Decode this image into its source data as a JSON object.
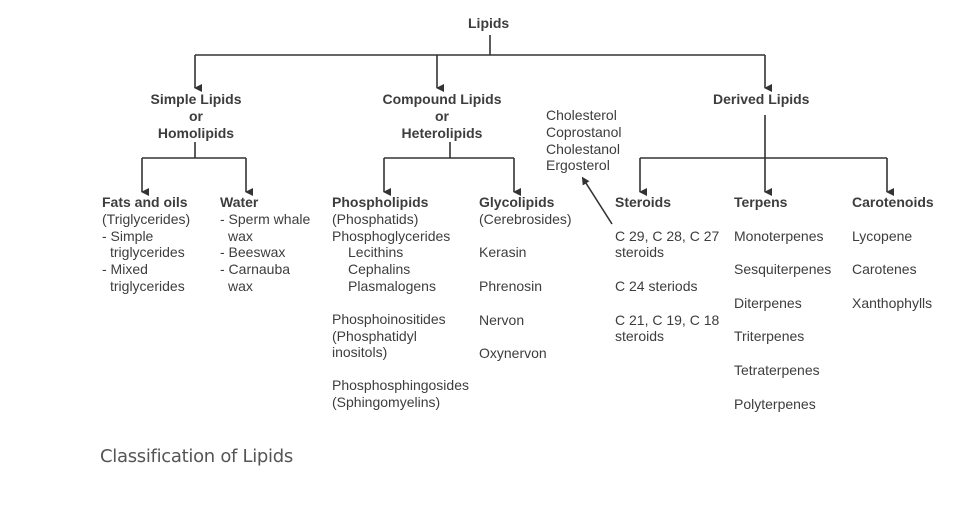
{
  "root": "Lipids",
  "categories": {
    "simple": {
      "title": [
        "Simple Lipids",
        "or",
        "Homolipids"
      ]
    },
    "compound": {
      "title": [
        "Compound Lipids",
        "or",
        "Heterolipids"
      ]
    },
    "derived": {
      "title": "Derived Lipids"
    }
  },
  "sterols_note": [
    "Cholesterol",
    "Coprostanol",
    "Cholestanol",
    "Ergosterol"
  ],
  "fats": {
    "title": "Fats and oils",
    "lines": [
      "(Triglycerides)",
      "- Simple",
      "  triglycerides",
      "- Mixed",
      "  triglycerides"
    ]
  },
  "water": {
    "title": "Water",
    "lines": [
      "- Sperm whale",
      "  wax",
      "- Beeswax",
      "- Carnauba",
      "  wax"
    ]
  },
  "phospholipids": {
    "title": "Phospholipids",
    "lines": [
      "(Phosphatids)",
      "Phosphoglycerides",
      "Lecithins",
      "Cephalins",
      "Plasmalogens",
      "Phosphoinositides",
      "(Phosphatidyl",
      "inositols)",
      "Phosphosphingosides",
      "(Sphingomyelins)"
    ]
  },
  "glycolipids": {
    "title": "Glycolipids",
    "lines": [
      "(Cerebrosides)",
      "Kerasin",
      "Phrenosin",
      "Nervon",
      "Oxynervon"
    ]
  },
  "steroids": {
    "title": "Steroids",
    "lines": [
      "C 29, C 28, C 27",
      "steroids",
      "C 24 steriods",
      "C 21, C 19, C 18",
      "steroids"
    ]
  },
  "terpens": {
    "title": "Terpens",
    "lines": [
      "Monoterpenes",
      "Sesquiterpenes",
      "Diterpenes",
      "Triterpenes",
      "Tetraterpenes",
      "Polyterpenes"
    ]
  },
  "carotenoids": {
    "title": "Carotenoids",
    "lines": [
      "Lycopene",
      "Carotenes",
      "Xanthophylls"
    ]
  },
  "caption": "Classification of Lipids"
}
